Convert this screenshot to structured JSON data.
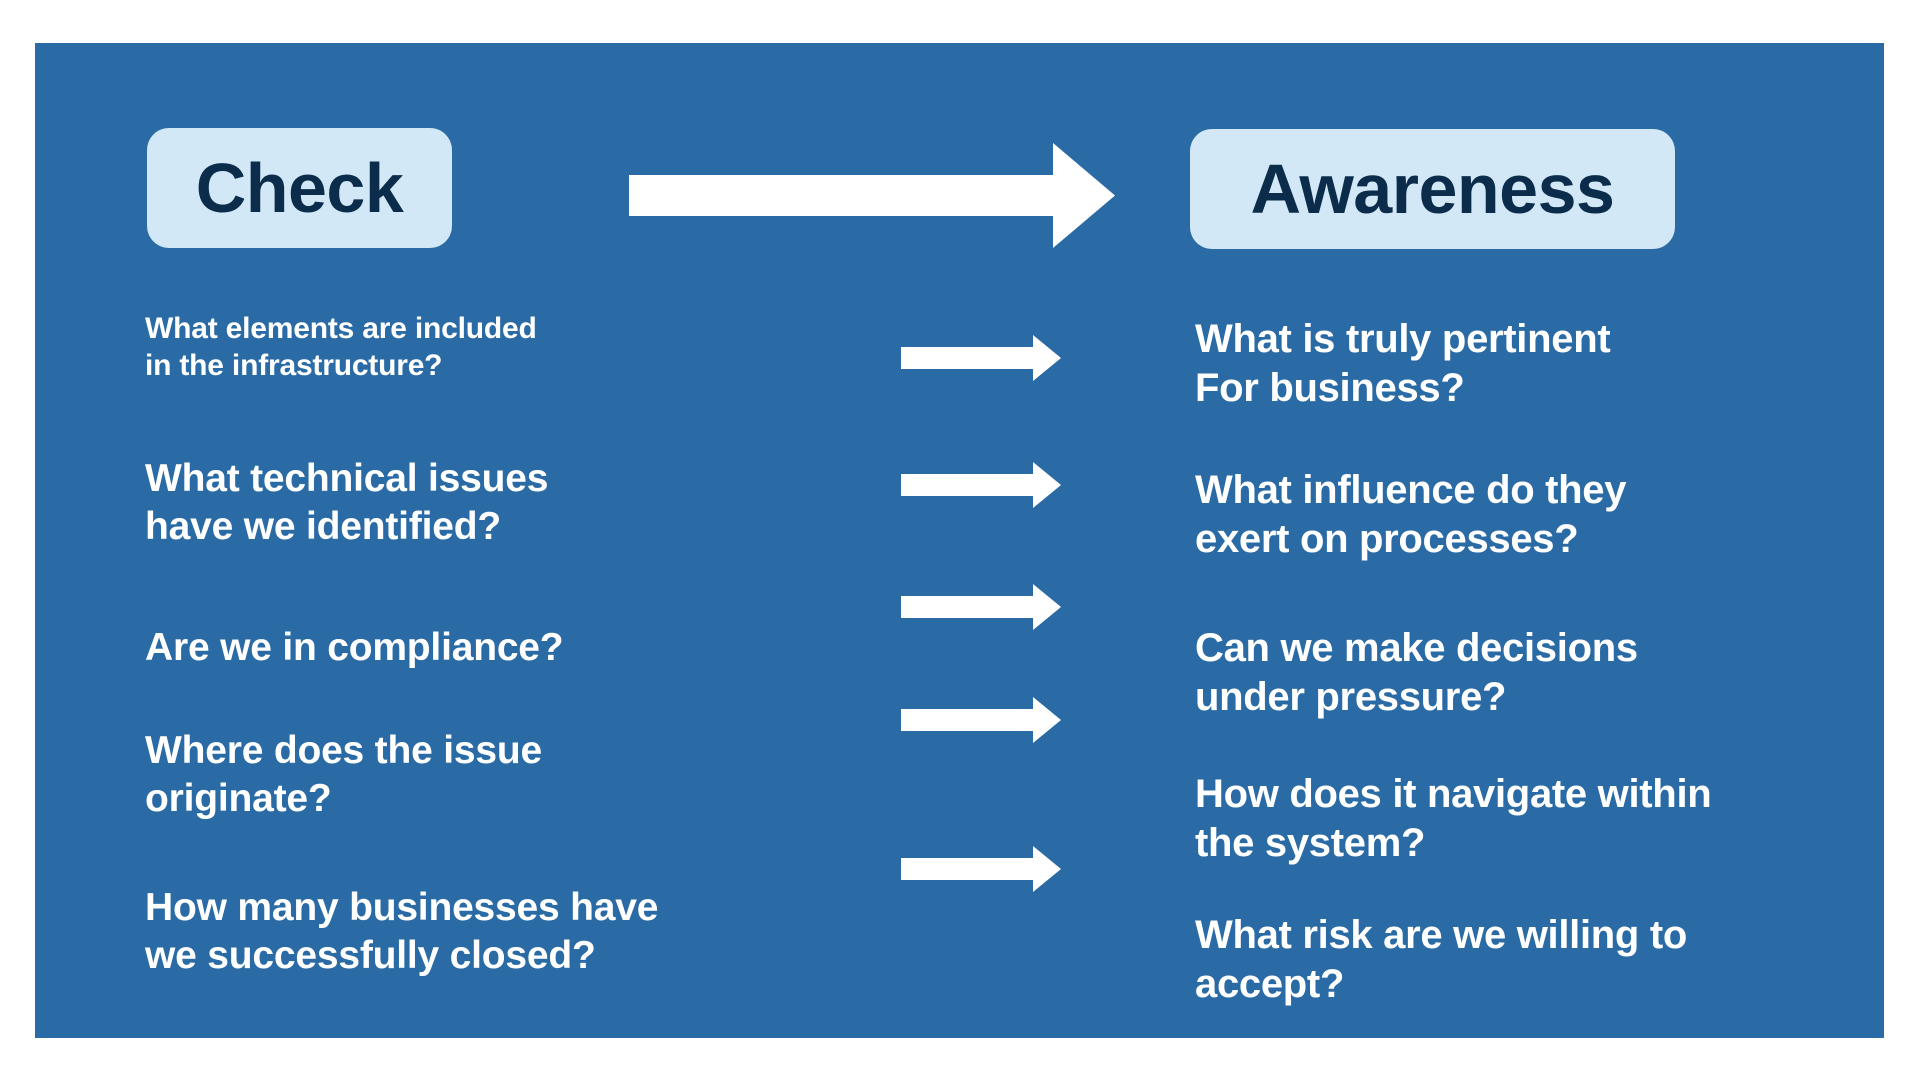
{
  "theme": {
    "panel_bg": "#2a6ba5",
    "badge_bg": "#d3e8f7",
    "badge_text": "#0b2c4a",
    "body_text": "#ffffff",
    "page_bg": "#ffffff"
  },
  "header": {
    "left_badge": "Check",
    "right_badge": "Awareness",
    "arrow_icon": "right-arrow-icon"
  },
  "left_column": {
    "title": "Check",
    "items": [
      {
        "text": "What elements are included\nin the infrastructure?",
        "size": "small"
      },
      {
        "text": "What technical issues\nhave we identified?",
        "size": "big"
      },
      {
        "text": "Are we in compliance?",
        "size": "big"
      },
      {
        "text": "Where does the issue\noriginate?",
        "size": "big"
      },
      {
        "text": "How many businesses have\nwe successfully closed?",
        "size": "big"
      }
    ]
  },
  "right_column": {
    "title": "Awareness",
    "items": [
      {
        "text": "What is truly pertinent\nFor business?"
      },
      {
        "text": "What influence do they\nexert on processes?"
      },
      {
        "text": "Can we make decisions\nunder pressure?"
      },
      {
        "text": "How does it navigate within\nthe system?"
      },
      {
        "text": "What risk are we willing to\naccept?"
      }
    ]
  },
  "connectors": [
    {
      "icon": "right-arrow-icon"
    },
    {
      "icon": "right-arrow-icon"
    },
    {
      "icon": "right-arrow-icon"
    },
    {
      "icon": "right-arrow-icon"
    },
    {
      "icon": "right-arrow-icon"
    }
  ]
}
